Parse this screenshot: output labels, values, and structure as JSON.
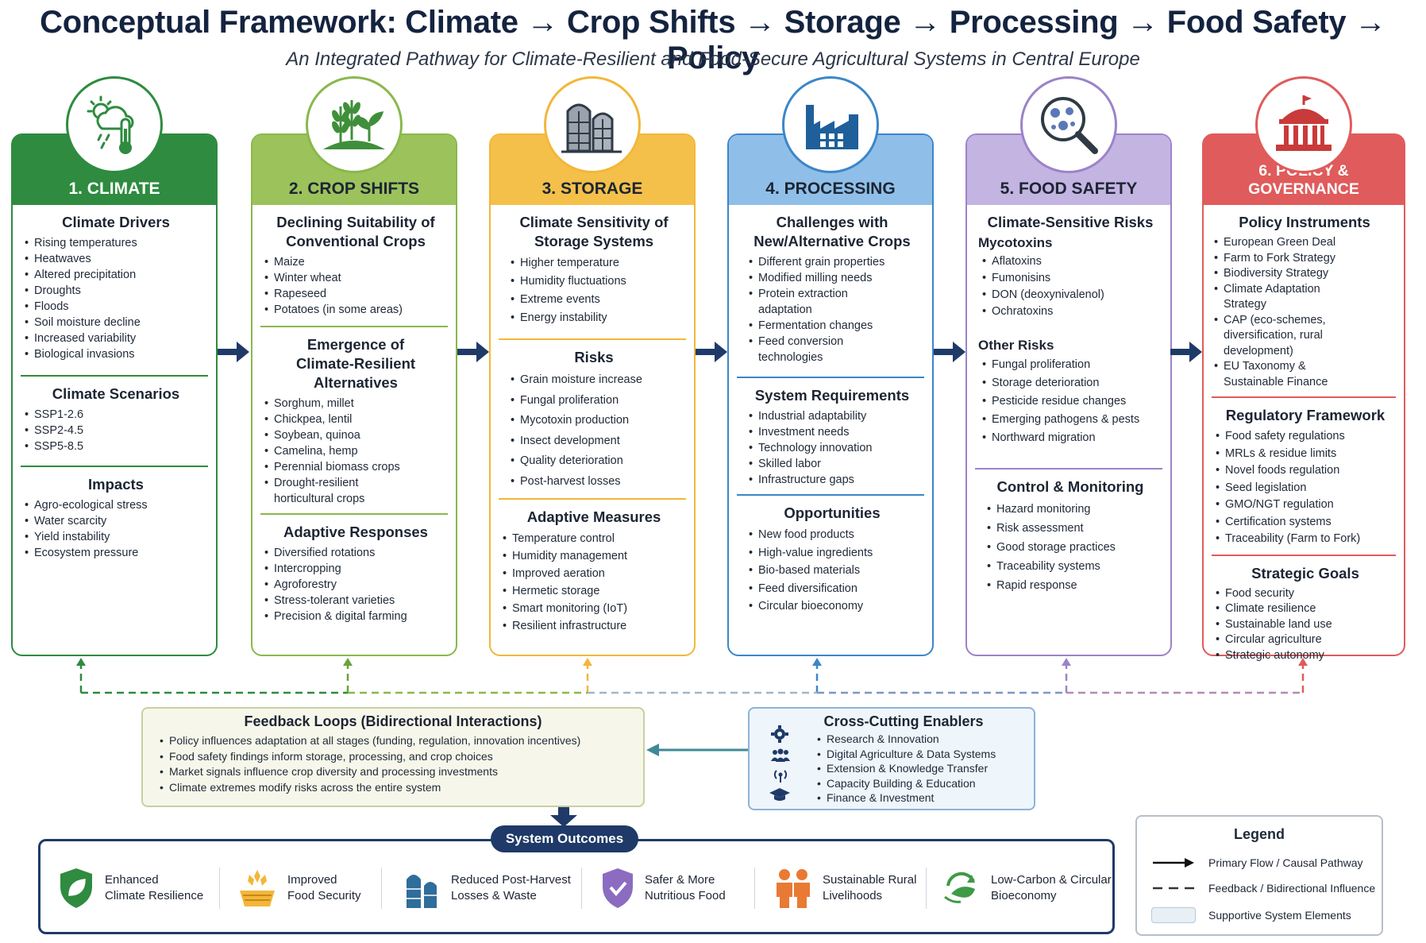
{
  "header": {
    "title": "Conceptual Framework: Climate → Crop Shifts → Storage → Processing → Food Safety → Policy",
    "subtitle": "An Integrated Pathway for Climate-Resilient and Food-Secure Agricultural Systems in Central Europe"
  },
  "colors": {
    "climate": "#2e8b3f",
    "crop": "#8ab84c",
    "storage": "#f2b73a",
    "processing": "#3c86c8",
    "safety": "#9c83c8",
    "policy": "#e05b5b",
    "navy": "#1f3a68"
  },
  "columns": {
    "climate": {
      "title": "1. CLIMATE",
      "icon": "thermometer-sun-cloud-icon",
      "s1": {
        "title": "Climate Drivers",
        "items": [
          "Rising temperatures",
          "Heatwaves",
          "Altered precipitation",
          "Droughts",
          "Floods",
          "Soil moisture decline",
          "Increased variability",
          "Biological invasions"
        ]
      },
      "s2": {
        "title": "Climate Scenarios",
        "items": [
          "SSP1-2.6",
          "SSP2-4.5",
          "SSP5-8.5"
        ]
      },
      "s3": {
        "title": "Impacts",
        "items": [
          "Agro-ecological stress",
          "Water scarcity",
          "Yield instability",
          "Ecosystem pressure"
        ]
      }
    },
    "crop": {
      "title": "2. CROP SHIFTS",
      "icon": "wheat-plant-icon",
      "s1": {
        "title": "Declining Suitability of Conventional Crops",
        "items": [
          "Maize",
          "Winter wheat",
          "Rapeseed",
          "Potatoes (in some areas)"
        ]
      },
      "s2": {
        "title": "Emergence of Climate-Resilient Alternatives",
        "items": [
          "Sorghum, millet",
          "Chickpea, lentil",
          "Soybean, quinoa",
          "Camelina, hemp",
          "Perennial biomass crops",
          "Drought-resilient horticultural crops"
        ]
      },
      "s3": {
        "title": "Adaptive Responses",
        "items": [
          "Diversified rotations",
          "Intercropping",
          "Agroforestry",
          "Stress-tolerant varieties",
          "Precision & digital farming"
        ]
      }
    },
    "storage": {
      "title": "3. STORAGE",
      "icon": "silo-icon",
      "s1": {
        "title": "Climate Sensitivity of Storage Systems",
        "items": [
          "Higher temperature",
          "Humidity fluctuations",
          "Extreme events",
          "Energy instability"
        ]
      },
      "s2": {
        "title": "Risks",
        "items": [
          "Grain moisture increase",
          "Fungal proliferation",
          "Mycotoxin production",
          "Insect development",
          "Quality deterioration",
          "Post-harvest losses"
        ]
      },
      "s3": {
        "title": "Adaptive Measures",
        "items": [
          "Temperature control",
          "Humidity management",
          "Improved aeration",
          "Hermetic storage",
          "Smart monitoring (IoT)",
          "Resilient infrastructure"
        ]
      }
    },
    "processing": {
      "title": "4. PROCESSING",
      "icon": "factory-icon",
      "s1": {
        "title": "Challenges with New/Alternative Crops",
        "items": [
          "Different grain properties",
          "Modified milling needs",
          "Protein extraction adaptation",
          "Fermentation changes",
          "Feed conversion technologies"
        ]
      },
      "s2": {
        "title": "System Requirements",
        "items": [
          "Industrial adaptability",
          "Investment needs",
          "Technology innovation",
          "Skilled labor",
          "Infrastructure gaps"
        ]
      },
      "s3": {
        "title": "Opportunities",
        "items": [
          "New food products",
          "High-value ingredients",
          "Bio-based materials",
          "Feed diversification",
          "Circular bioeconomy"
        ]
      }
    },
    "safety": {
      "title": "5. FOOD SAFETY",
      "icon": "magnifier-microbe-icon",
      "s1": {
        "title": "Climate-Sensitive Risks",
        "sub1": "Mycotoxins",
        "items1": [
          "Aflatoxins",
          "Fumonisins",
          "DON (deoxynivalenol)",
          "Ochratoxins"
        ],
        "sub2": "Other Risks",
        "items2": [
          "Fungal proliferation",
          "Storage deterioration",
          "Pesticide residue changes",
          "Emerging pathogens & pests",
          "Northward migration"
        ]
      },
      "s2": {
        "title": "Control & Monitoring",
        "items": [
          "Hazard monitoring",
          "Risk assessment",
          "Good storage practices",
          "Traceability systems",
          "Rapid response"
        ]
      }
    },
    "policy": {
      "title": "6. POLICY & GOVERNANCE",
      "icon": "government-building-icon",
      "s1": {
        "title": "Policy Instruments",
        "items": [
          "European Green Deal",
          "Farm to Fork Strategy",
          "Biodiversity Strategy",
          "Climate Adaptation Strategy",
          "CAP (eco-schemes, diversification, rural development)",
          "EU Taxonomy & Sustainable Finance"
        ]
      },
      "s2": {
        "title": "Regulatory Framework",
        "items": [
          "Food safety regulations",
          "MRLs & residue limits",
          "Novel foods regulation",
          "Seed legislation",
          "GMO/NGT regulation",
          "Certification systems",
          "Traceability (Farm to Fork)"
        ]
      },
      "s3": {
        "title": "Strategic Goals",
        "items": [
          "Food security",
          "Climate resilience",
          "Sustainable land use",
          "Circular agriculture",
          "Strategic autonomy"
        ]
      }
    }
  },
  "feedback": {
    "title": "Feedback Loops (Bidirectional Interactions)",
    "items": [
      "Policy influences adaptation at all stages (funding, regulation, innovation incentives)",
      "Food safety findings inform storage, processing, and crop choices",
      "Market signals influence crop diversity and processing investments",
      "Climate extremes modify risks across the entire system"
    ]
  },
  "enablers": {
    "title": "Cross-Cutting Enablers",
    "items": [
      "Research & Innovation",
      "Digital Agriculture & Data Systems",
      "Extension & Knowledge Transfer",
      "Capacity Building & Education",
      "Finance & Investment"
    ]
  },
  "outcomes": {
    "title": "System Outcomes",
    "items": [
      {
        "line1": "Enhanced",
        "line2": "Climate Resilience",
        "icon": "shield-leaf-icon"
      },
      {
        "line1": "Improved",
        "line2": "Food Security",
        "icon": "grain-basket-icon"
      },
      {
        "line1": "Reduced Post-Harvest",
        "line2": "Losses & Waste",
        "icon": "silos-icon"
      },
      {
        "line1": "Safer & More",
        "line2": "Nutritious Food",
        "icon": "check-shield-icon"
      },
      {
        "line1": "Sustainable Rural",
        "line2": "Livelihoods",
        "icon": "people-icon"
      },
      {
        "line1": "Low-Carbon & Circular",
        "line2": "Bioeconomy",
        "icon": "recycle-leaf-icon"
      }
    ]
  },
  "legend": {
    "title": "Legend",
    "primary": "Primary Flow / Causal Pathway",
    "feedback": "Feedback / Bidirectional Influence",
    "supportive": "Supportive System Elements"
  }
}
